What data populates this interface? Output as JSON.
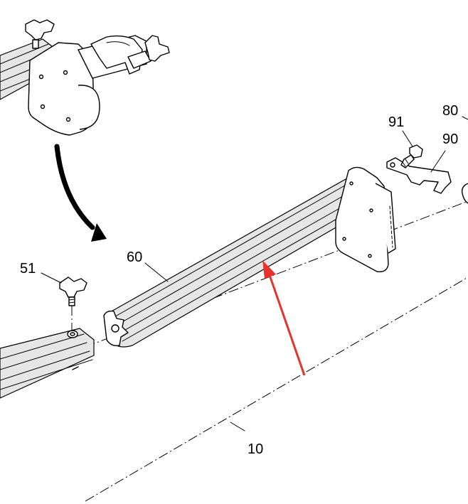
{
  "labels": {
    "p10": "10",
    "p51": "51",
    "p60": "60",
    "p80": "80",
    "p90": "90",
    "p91": "91"
  },
  "colors": {
    "line": "#000000",
    "background": "#ffffff",
    "arrow_red": "#e8322e",
    "shade": "#e6e6e6"
  },
  "icons": {
    "move_arrow": "curved-arrow-icon",
    "pointer_arrow": "red-arrow-icon"
  }
}
